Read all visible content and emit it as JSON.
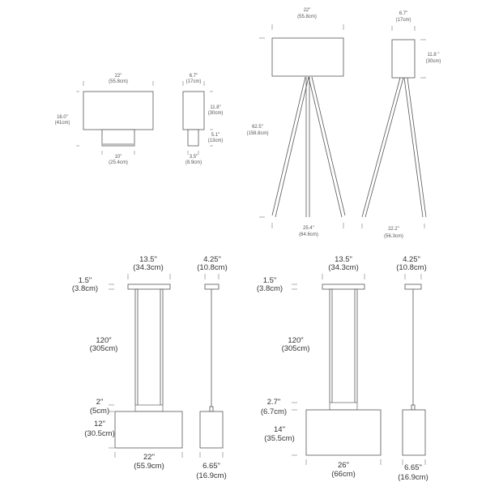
{
  "table_lamp": {
    "front": {
      "width_in": "22\"",
      "width_cm": "(55.8cm)",
      "height_in": "16.0\"",
      "height_cm": "(41cm)",
      "base_in": "10\"",
      "base_cm": "(25.4cm)"
    },
    "side": {
      "width_in": "6.7\"",
      "width_cm": "(17cm)",
      "shade_h_in": "11.8\"",
      "shade_h_cm": "(30cm)",
      "base_h_in": "5.1\"",
      "base_h_cm": "(13cm)",
      "base_w_in": "3.5\"",
      "base_w_cm": "(8.9cm)"
    }
  },
  "floor_lamp": {
    "front": {
      "width_in": "22\"",
      "width_cm": "(55.8cm)",
      "height_in": "62.5\"",
      "height_cm": "(158.8cm)",
      "base_in": "25.4\"",
      "base_cm": "(64.6cm)"
    },
    "side": {
      "width_in": "6.7\"",
      "width_cm": "(17cm)",
      "shade_h_in": "11.8 \"",
      "shade_h_cm": "(30cm)",
      "base_in": "22.2\"",
      "base_cm": "(56.3cm)"
    }
  },
  "pendant_small": {
    "front": {
      "canopy_w_in": "13.5\"",
      "canopy_w_cm": "(34.3cm)",
      "canopy_h_in": "1.5\"",
      "canopy_h_cm": "(3.8cm)",
      "drop_in": "120\"",
      "drop_cm": "(305cm)",
      "band_in": "2\"",
      "band_cm": "(5cm)",
      "shade_h_in": "12\"",
      "shade_h_cm": "(30.5cm)",
      "shade_w_in": "22\"",
      "shade_w_cm": "(55.9cm)"
    },
    "side": {
      "canopy_in": "4.25\"",
      "canopy_cm": "(10.8cm)",
      "depth_in": "6.65\"",
      "depth_cm": "(16.9cm)"
    }
  },
  "pendant_large": {
    "front": {
      "canopy_w_in": "13.5\"",
      "canopy_w_cm": "(34.3cm)",
      "canopy_h_in": "1.5\"",
      "canopy_h_cm": "(3.8cm)",
      "drop_in": "120\"",
      "drop_cm": "(305cm)",
      "band_in": "2.7\"",
      "band_cm": "(6.7cm)",
      "shade_h_in": "14\"",
      "shade_h_cm": "(35.5cm)",
      "shade_w_in": "26\"",
      "shade_w_cm": "(66cm)"
    },
    "side": {
      "canopy_in": "4.25\"",
      "canopy_cm": "(10.8cm)",
      "depth_in": "6.65\"",
      "depth_cm": "(16.9cm)"
    }
  }
}
